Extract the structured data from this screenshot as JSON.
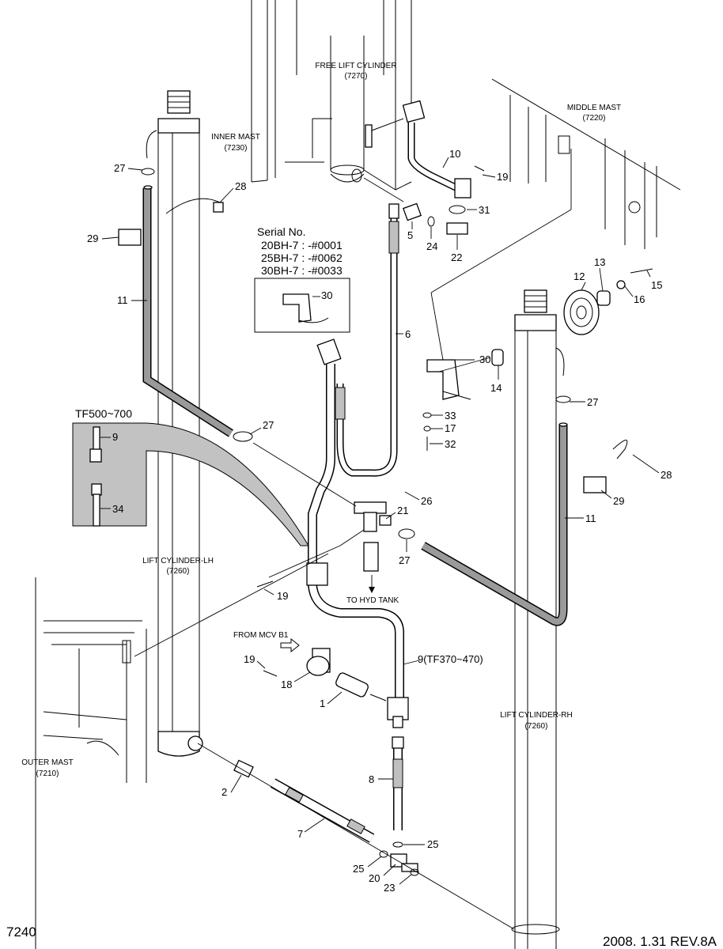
{
  "drawing": {
    "page_code": "7240",
    "revision": "2008.  1.31  REV.8A"
  },
  "assemblies": {
    "free_lift_cylinder": "FREE LIFT CYLINDER",
    "free_lift_cylinder_code": "(7270)",
    "inner_mast": "INNER MAST",
    "inner_mast_code": "(7230)",
    "middle_mast": "MIDDLE MAST",
    "middle_mast_code": "(7220)",
    "lift_cylinder_lh": "LIFT CYLINDER-LH",
    "lift_cylinder_lh_code": "(7260)",
    "lift_cylinder_rh": "LIFT CYLINDER-RH",
    "lift_cylinder_rh_code": "(7260)",
    "outer_mast": "OUTER MAST",
    "outer_mast_code": "(7210)",
    "to_hyd_tank": "TO HYD TANK",
    "from_mcv": "FROM MCV B1"
  },
  "serial_box": {
    "title": "Serial No.",
    "lines": [
      "20BH-7 :  -#0001",
      "25BH-7 :  -#0062",
      "30BH-7 :  -#0033"
    ],
    "part": "30"
  },
  "detail_box": {
    "title": "TF500~700",
    "parts": [
      "9",
      "34"
    ]
  },
  "part_labels": {
    "p27a": "27",
    "p28a": "28",
    "p29a": "29",
    "p11a": "11",
    "p10": "10",
    "p19a": "19",
    "p31": "31",
    "p5": "5",
    "p24": "24",
    "p22": "22",
    "p12": "12",
    "p13": "13",
    "p15": "15",
    "p16": "16",
    "p6": "6",
    "p30b": "30",
    "p14": "14",
    "p33": "33",
    "p17": "17",
    "p32": "32",
    "p27b": "27",
    "p27c": "27",
    "p28b": "28",
    "p29b": "29",
    "p11b": "11",
    "p26": "26",
    "p21": "21",
    "p27d": "27",
    "p19b": "19",
    "p19c": "19",
    "p18": "18",
    "p1": "1",
    "p9": "9(TF370~470)",
    "p2": "2",
    "p7": "7",
    "p8": "8",
    "p25a": "25",
    "p25b": "25",
    "p20": "20",
    "p23": "23"
  },
  "colors": {
    "ink": "#000000",
    "shade": "#bfbfbf",
    "paper": "#ffffff"
  }
}
